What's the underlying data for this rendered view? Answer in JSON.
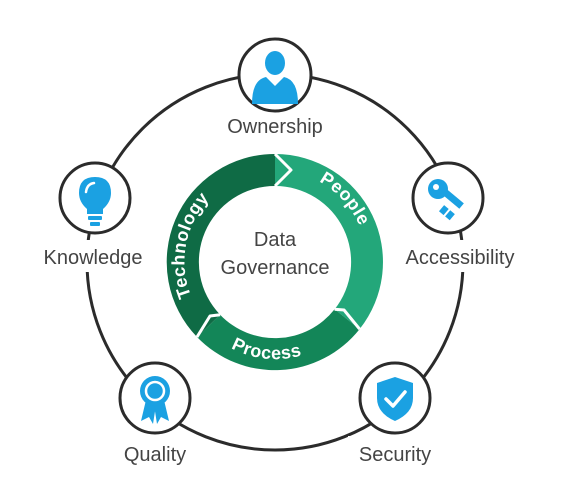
{
  "diagram": {
    "center": {
      "line1": "Data",
      "line2": "Governance"
    },
    "ring": {
      "segments": [
        {
          "label": "Technology",
          "color": "#0f6b45"
        },
        {
          "label": "People",
          "color": "#23a77a"
        },
        {
          "label": "Process",
          "color": "#138658"
        }
      ]
    },
    "nodes": [
      {
        "label": "Ownership",
        "icon": "person-icon"
      },
      {
        "label": "Accessibility",
        "icon": "key-icon"
      },
      {
        "label": "Security",
        "icon": "shield-check-icon"
      },
      {
        "label": "Quality",
        "icon": "award-ribbon-icon"
      },
      {
        "label": "Knowledge",
        "icon": "lightbulb-icon"
      }
    ],
    "colors": {
      "icon_blue": "#1ba1e2",
      "outline": "#2b2b2b",
      "text": "#444444"
    }
  }
}
